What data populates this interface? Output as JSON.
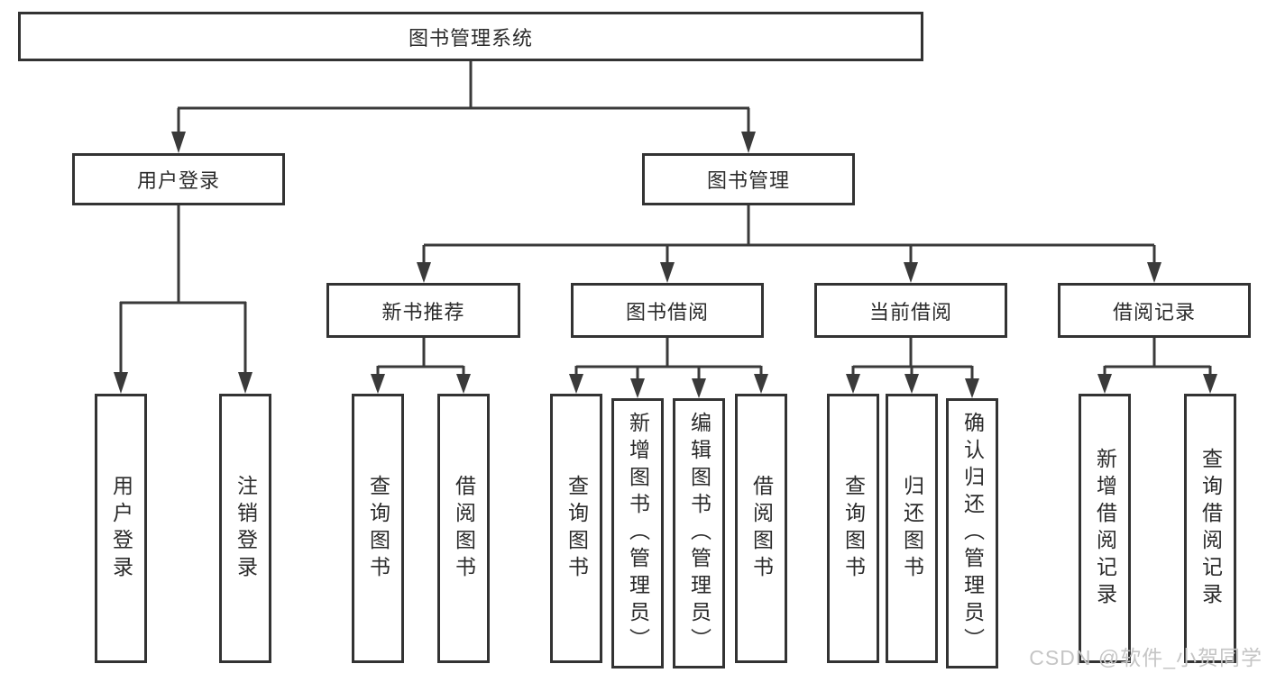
{
  "diagram": {
    "title": "图书管理系统",
    "root": {
      "label": "图书管理系统"
    },
    "level1": [
      {
        "id": "user-login",
        "label": "用户登录"
      },
      {
        "id": "book-management",
        "label": "图书管理"
      }
    ],
    "level2": [
      {
        "id": "new-book-recommend",
        "label": "新书推荐"
      },
      {
        "id": "book-borrowing",
        "label": "图书借阅"
      },
      {
        "id": "current-borrowing",
        "label": "当前借阅"
      },
      {
        "id": "borrowing-records",
        "label": "借阅记录"
      }
    ],
    "leaves": [
      {
        "parent": "user-login",
        "label": "用户登录"
      },
      {
        "parent": "user-login",
        "label": "注销登录"
      },
      {
        "parent": "new-book-recommend",
        "label": "查询图书"
      },
      {
        "parent": "new-book-recommend",
        "label": "借阅图书"
      },
      {
        "parent": "book-borrowing",
        "label": "查询图书"
      },
      {
        "parent": "book-borrowing",
        "label": "新增图书（管理员）"
      },
      {
        "parent": "book-borrowing",
        "label": "编辑图书（管理员）"
      },
      {
        "parent": "book-borrowing",
        "label": "借阅图书"
      },
      {
        "parent": "current-borrowing",
        "label": "查询图书"
      },
      {
        "parent": "current-borrowing",
        "label": "归还图书"
      },
      {
        "parent": "current-borrowing",
        "label": "确认归还（管理员）"
      },
      {
        "parent": "borrowing-records",
        "label": "新增借阅记录"
      },
      {
        "parent": "borrowing-records",
        "label": "查询借阅记录"
      }
    ]
  },
  "watermark": {
    "text": "CSDN @软件_小贺同学"
  },
  "colors": {
    "line": "#3a3a3a",
    "box_border": "#333333",
    "text": "#2b2b2b",
    "watermark": "#c5c5c5",
    "background": "#ffffff"
  }
}
